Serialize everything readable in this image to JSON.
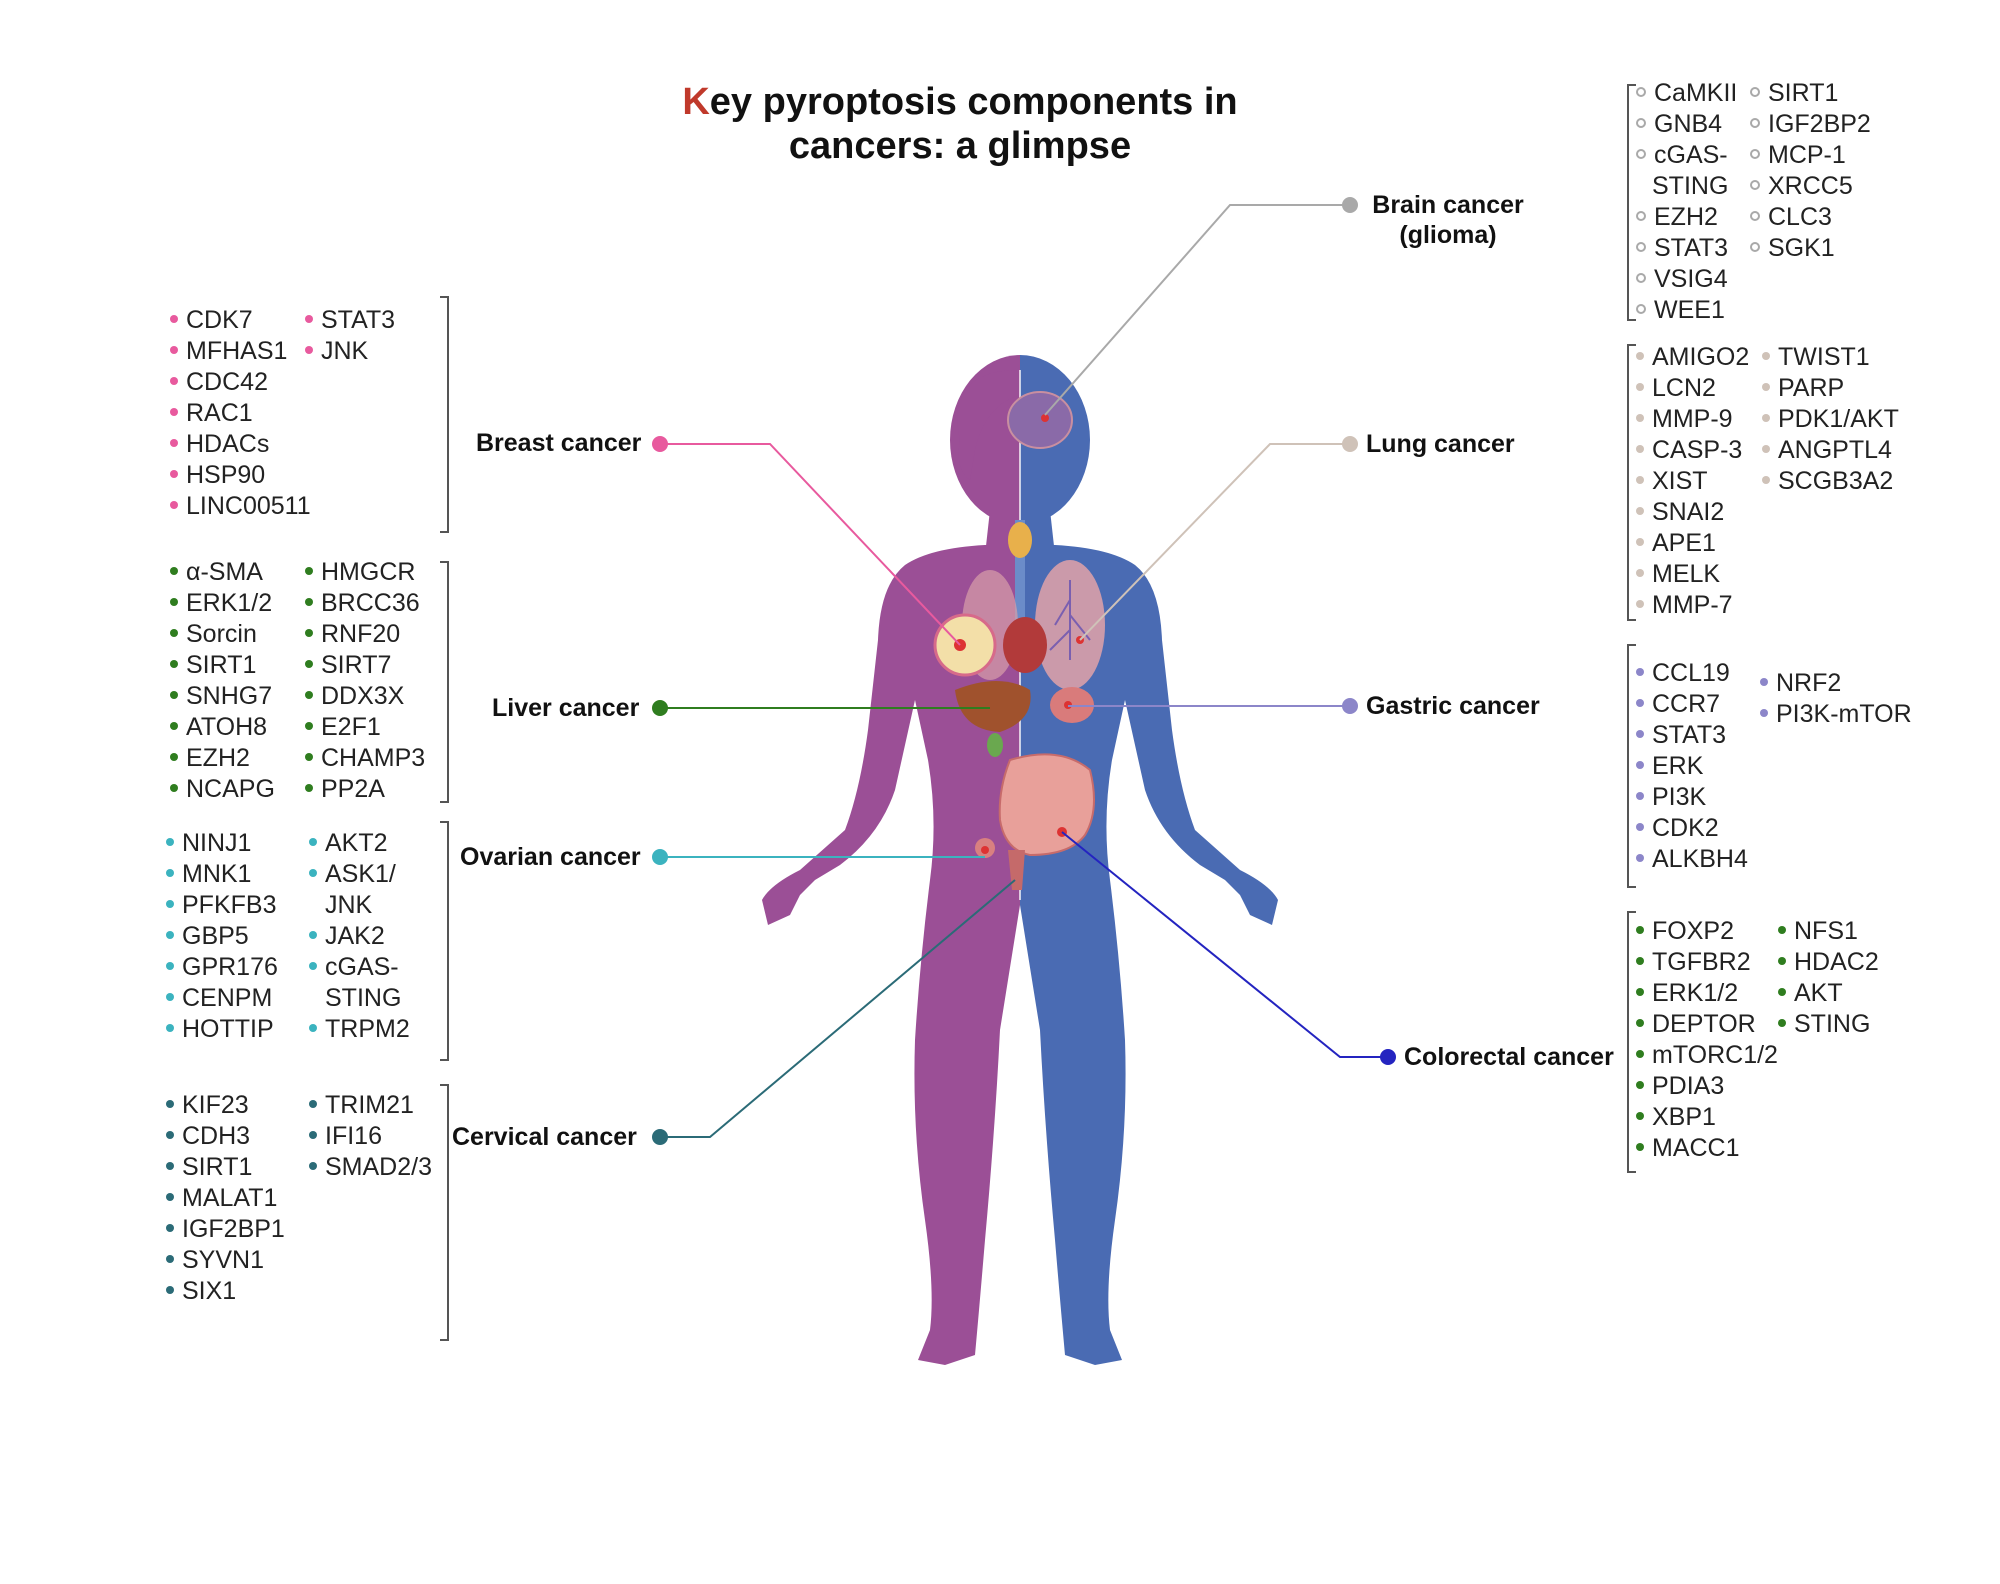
{
  "title": {
    "first_letter": "K",
    "line1_rest": "ey pyroptosis components in",
    "line2": "cancers: a glimpse"
  },
  "colors": {
    "breast": "#e85a9e",
    "liver": "#2f7d1f",
    "ovarian": "#3bb3bf",
    "cervical": "#2b6b77",
    "brain": "#a9a9a9",
    "lung": "#cfc2b8",
    "gastric": "#8c86c9",
    "colorectal": "#2424c0",
    "colorectal_genes": "#2f7d1f",
    "body_left": "#9b4f96",
    "body_right": "#4a6bb3",
    "title_accent": "#c0392b"
  },
  "cancers": {
    "breast": {
      "label": "Breast cancer",
      "col1": [
        "CDK7",
        "MFHAS1",
        "CDC42",
        "RAC1",
        "HDACs",
        "HSP90",
        "LINC00511"
      ],
      "col2": [
        "STAT3",
        "JNK"
      ]
    },
    "liver": {
      "label": "Liver cancer",
      "col1": [
        "α-SMA",
        "ERK1/2",
        "Sorcin",
        "SIRT1",
        "SNHG7",
        "ATOH8",
        "EZH2",
        "NCAPG"
      ],
      "col2": [
        "HMGCR",
        "BRCC36",
        "RNF20",
        "SIRT7",
        "DDX3X",
        "E2F1",
        "CHAMP3",
        "PP2A"
      ]
    },
    "ovarian": {
      "label": "Ovarian cancer",
      "col1": [
        "NINJ1",
        "MNK1",
        "PFKFB3",
        "GBP5",
        "GPR176",
        "CENPM",
        "HOTTIP"
      ],
      "col2": [
        "AKT2",
        "ASK1/",
        "JNK",
        "JAK2",
        "cGAS-",
        "STING",
        "TRPM2"
      ]
    },
    "cervical": {
      "label": "Cervical cancer",
      "col1": [
        "KIF23",
        "CDH3",
        "SIRT1",
        "MALAT1",
        "IGF2BP1",
        "SYVN1",
        "SIX1"
      ],
      "col2": [
        "TRIM21",
        "IFI16",
        "SMAD2/3"
      ]
    },
    "brain": {
      "label_line1": "Brain cancer",
      "label_line2": "(glioma)",
      "col1": [
        "CaMKII",
        "GNB4",
        "cGAS-",
        "STING",
        "EZH2",
        "STAT3",
        "VSIG4",
        "WEE1"
      ],
      "col2": [
        "SIRT1",
        "IGF2BP2",
        "MCP-1",
        "XRCC5",
        "CLC3",
        "SGK1"
      ]
    },
    "lung": {
      "label": "Lung cancer",
      "col1": [
        "AMIGO2",
        "LCN2",
        "MMP-9",
        "CASP-3",
        "XIST",
        "SNAI2",
        "APE1",
        "MELK",
        "MMP-7"
      ],
      "col2": [
        "TWIST1",
        "PARP",
        "PDK1/AKT",
        "ANGPTL4",
        "SCGB3A2"
      ]
    },
    "gastric": {
      "label": "Gastric cancer",
      "col1": [
        "CCL19",
        "CCR7",
        "STAT3",
        "ERK",
        "PI3K",
        "CDK2",
        "ALKBH4"
      ],
      "col2": [
        "NRF2",
        "PI3K-mTOR"
      ]
    },
    "colorectal": {
      "label": "Colorectal cancer",
      "col1": [
        "FOXP2",
        "TGFBR2",
        "ERK1/2",
        "DEPTOR",
        "mTORC1/2",
        "PDIA3",
        "XBP1",
        "MACC1"
      ],
      "col2": [
        "NFS1",
        "HDAC2",
        "AKT",
        "STING"
      ]
    }
  }
}
